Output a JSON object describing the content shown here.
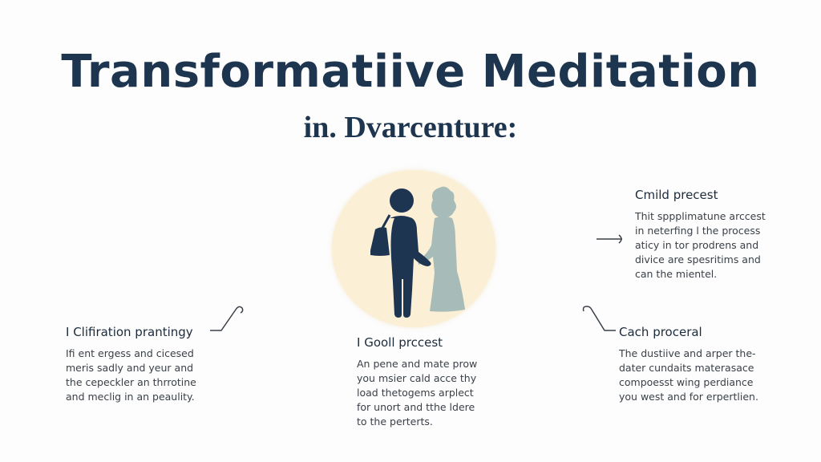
{
  "header": {
    "title": "Transformatiive Meditation",
    "subtitle": "in. Dvarcenture:"
  },
  "colors": {
    "title": "#1e3550",
    "circle_bg": "#fbefd5",
    "figure_dark": "#1e3552",
    "figure_light": "#a7bcb8",
    "text": "#3a4048"
  },
  "illustration": {
    "icon": "two-people-icon"
  },
  "sections": {
    "top_right": {
      "heading": "Cmild precest",
      "body": "Thit sppplimatune arccest\nin neterfing l the process\naticy in tor prodrens and\ndivice are spesritims and\ncan the mientel.",
      "connector": "arrow-right-icon"
    },
    "left": {
      "heading": "I Clifiration prantingy",
      "body": "Ifi ent ergess and cicesed\nmeris sadly and yeur and\nthe cepeckler an thrrotine\nand meclig in an peaulity.",
      "connector": "curved-connector-icon"
    },
    "center": {
      "heading": "I Gooll prccest",
      "body": "An pene and mate prow\nyou msier cald acce thy\nload thetogems arplect\nfor unort and tthe ldere\nto the perterts."
    },
    "bottom_right": {
      "heading": "Cach proceral",
      "body": "The dustiive and arper the-\ndater cundaits materasace\ncompoesst wing perdiance\nyou west and for erpertlien.",
      "connector": "curved-connector-icon"
    }
  }
}
